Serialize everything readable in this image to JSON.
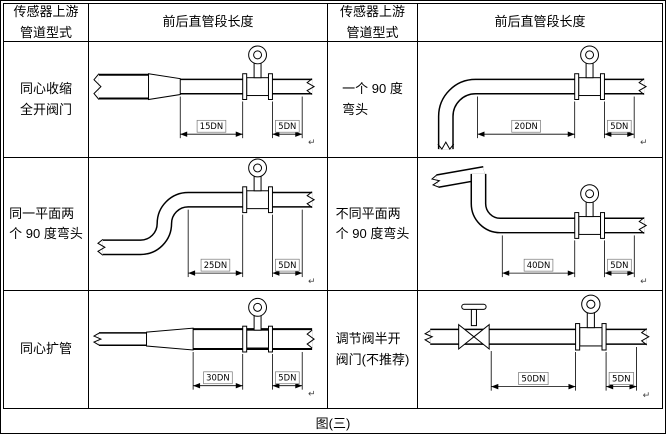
{
  "caption": "图(三)",
  "glyphs": {
    "return_mark": "↵"
  },
  "colors": {
    "border": "#000000",
    "background": "#ffffff"
  },
  "headers": {
    "col1": "传感器上游\n管道型式",
    "col2": "前后直管段长度",
    "col3": "传感器上游\n管道型式",
    "col4": "前后直管段长度"
  },
  "rows": [
    {
      "left": {
        "type": "concentric-reducer-full-open-valve",
        "label": "同心收缩\n全开阀门",
        "upstream": "15DN",
        "downstream": "5DN"
      },
      "right": {
        "type": "single-90-degree-elbow",
        "label": "一个 90 度\n弯头",
        "upstream": "20DN",
        "downstream": "5DN"
      }
    },
    {
      "left": {
        "type": "two-90-degree-elbows-same-plane",
        "label": "同一平面两\n个 90 度弯头",
        "upstream": "25DN",
        "downstream": "5DN"
      },
      "right": {
        "type": "two-90-degree-elbows-different-planes",
        "label": "不同平面两\n个 90 度弯头",
        "upstream": "40DN",
        "downstream": "5DN"
      }
    },
    {
      "left": {
        "type": "concentric-expander",
        "label": "同心扩管",
        "upstream": "30DN",
        "downstream": "5DN"
      },
      "right": {
        "type": "half-open-regulating-valve-not-recommended",
        "label": "调节阀半开\n阀门(不推荐)",
        "upstream": "50DN",
        "downstream": "5DN"
      }
    }
  ]
}
